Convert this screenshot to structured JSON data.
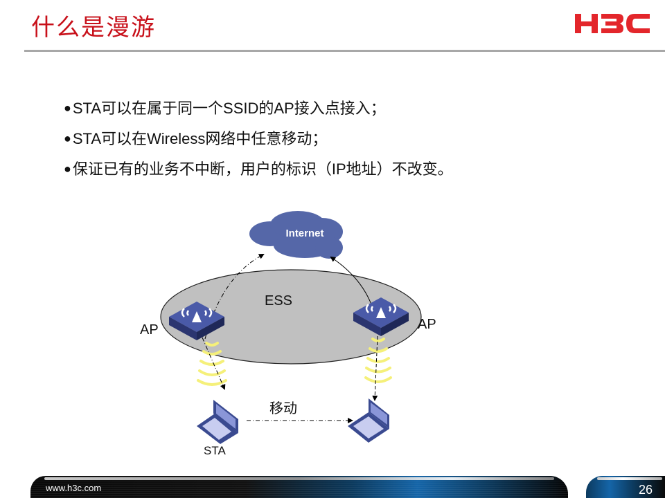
{
  "header": {
    "title": "什么是漫游",
    "logo_text": "H3C",
    "brand_color": "#c8101a"
  },
  "bullets": [
    {
      "marker": "●",
      "text": "STA可以在属于同一个SSID的AP接入点接入；"
    },
    {
      "marker": "●",
      "text": "STA可以在Wireless网络中任意移动；"
    },
    {
      "marker": "●",
      "text": "保证已有的业务不中断，用户的标识（IP地址）不改变。"
    }
  ],
  "diagram": {
    "cloud_label": "Internet",
    "ess_label": "ESS",
    "ap_left_label": "AP",
    "ap_right_label": "AP",
    "move_label": "移动",
    "sta_label": "STA",
    "colors": {
      "cloud": "#5567a8",
      "ess_fill": "#c0c0c0",
      "device": "#3a4a90",
      "signal": "#f5f07a"
    }
  },
  "footer": {
    "url": "www.h3c.com",
    "page_number": "26"
  }
}
